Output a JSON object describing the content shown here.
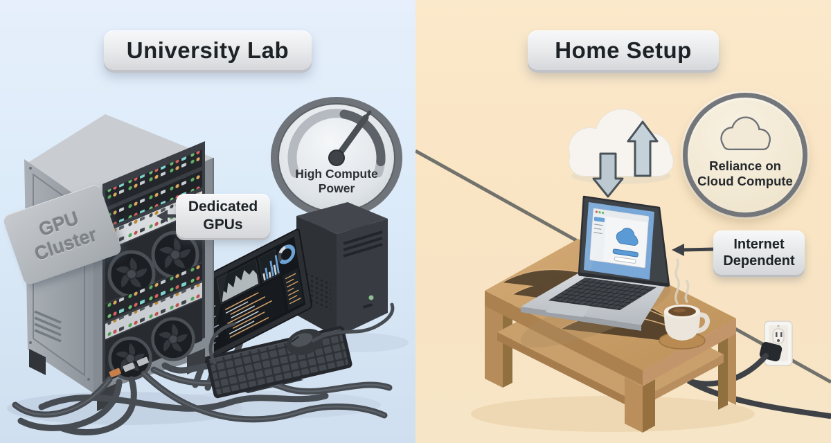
{
  "left": {
    "title": "University Lab",
    "rack_sign": "GPU Cluster",
    "gpus_label": "Dedicated GPUs",
    "gauge_label": "High Compute Power"
  },
  "right": {
    "title": "Home Setup",
    "badge_label": "Reliance on Cloud Compute",
    "internet_label": "Internet Dependent"
  },
  "colors": {
    "left_bg": "#dcebf9",
    "right_bg": "#f9e4c3",
    "text_dark": "#1d2226",
    "accent_blue": "#5b9bd5",
    "wood": "#c59a67",
    "hardware_gray": "#9aa1a8",
    "hardware_dark": "#33373c"
  }
}
